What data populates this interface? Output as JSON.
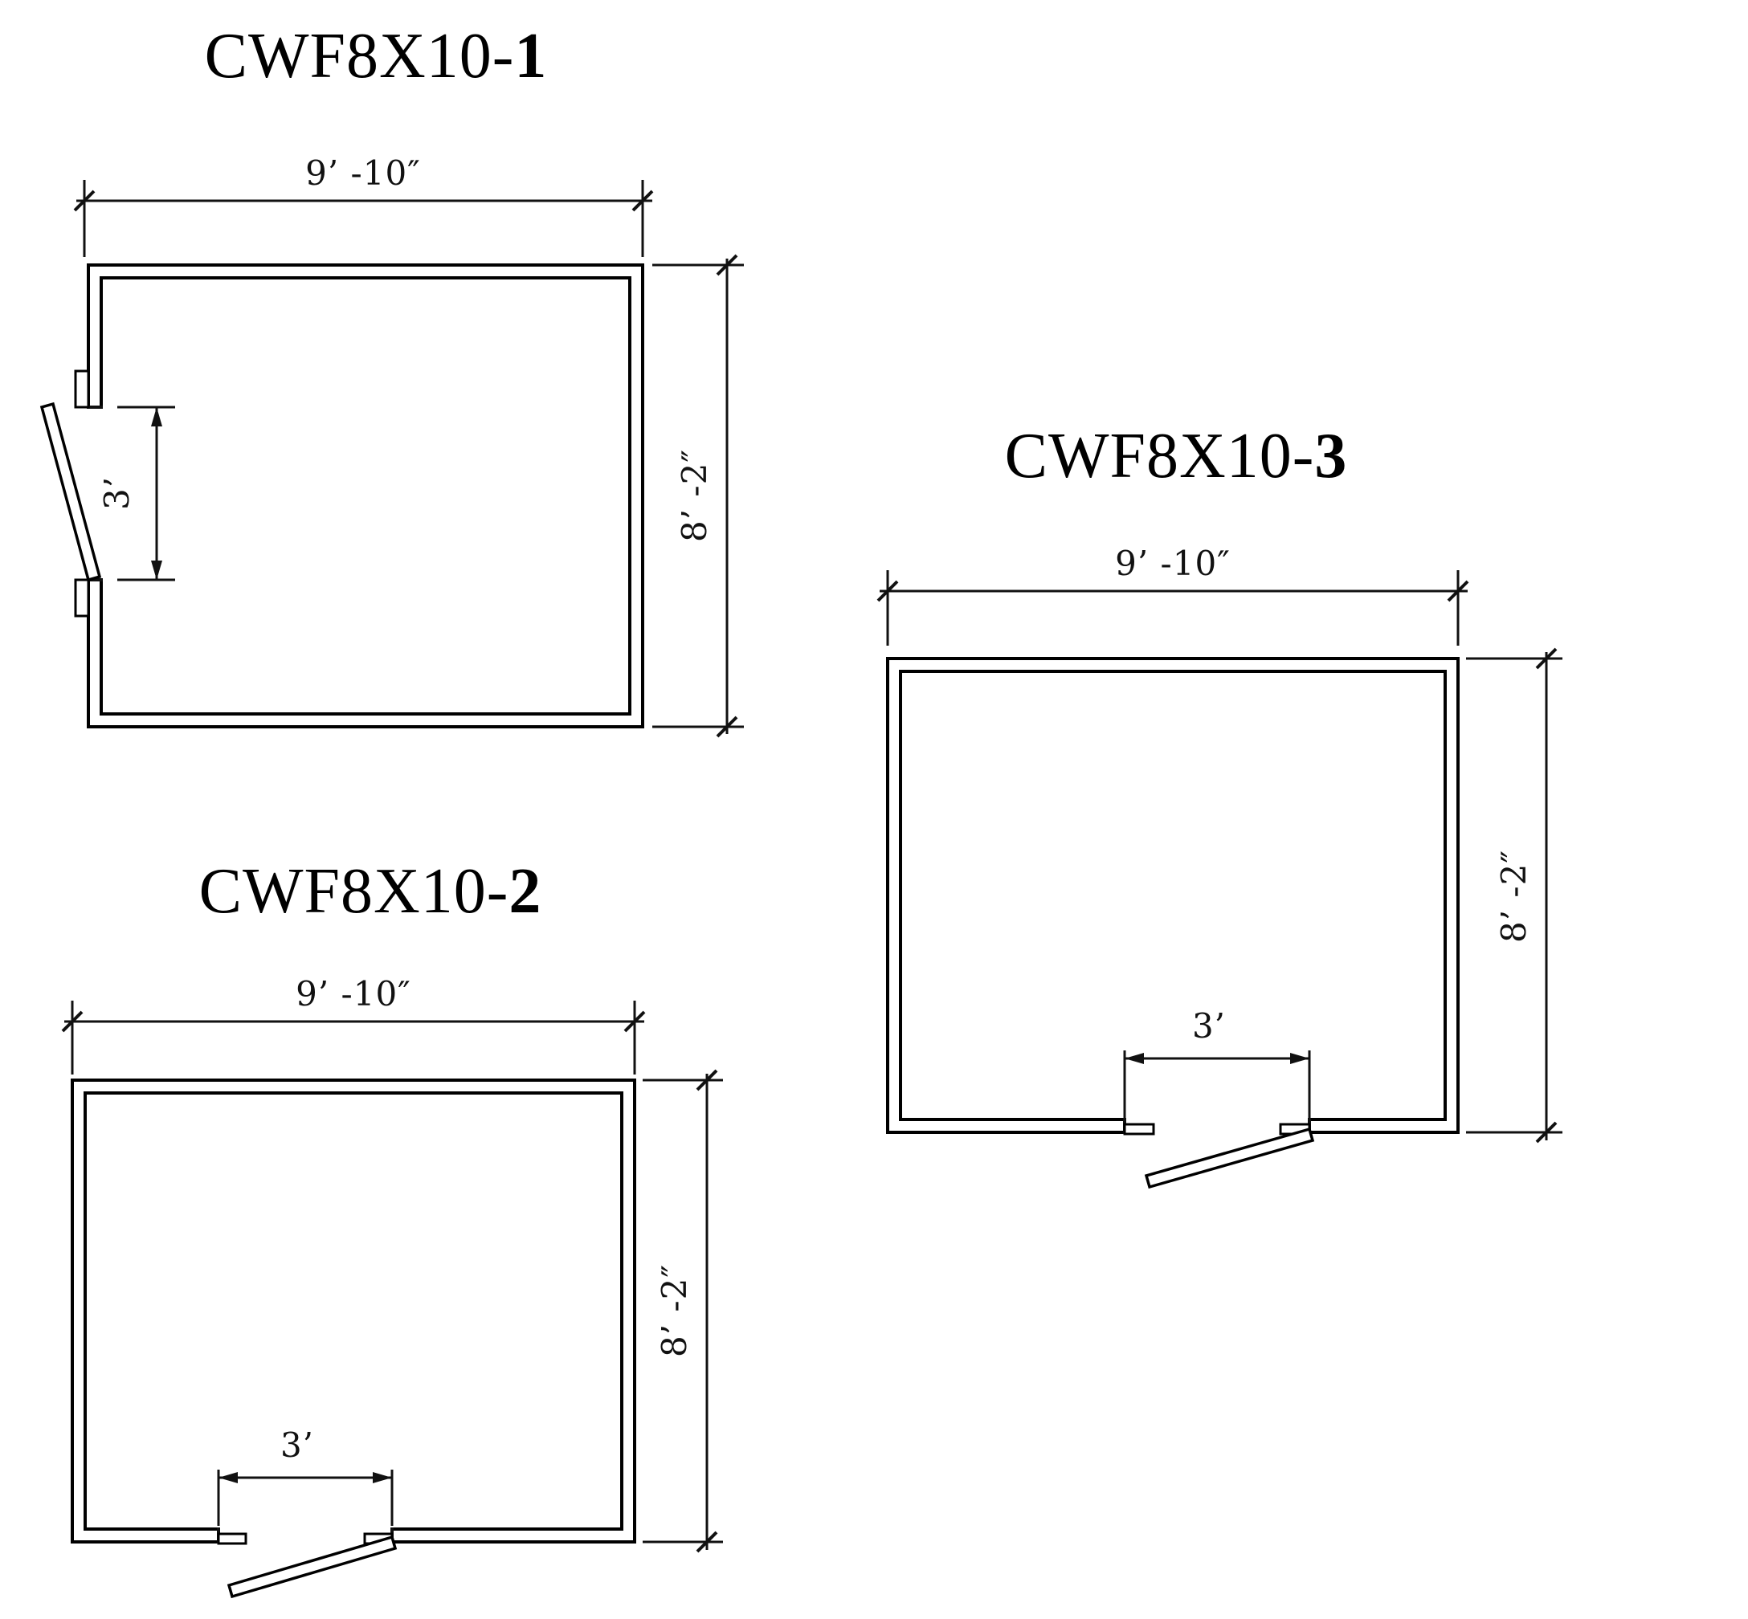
{
  "sheet": {
    "background": "#ffffff",
    "line_color": "#000000"
  },
  "plans": [
    {
      "title_prefix": "CWF8X10-",
      "title_number": "1",
      "width_label": "9’ -10″",
      "height_label": "8’ -2″",
      "door_width_label": "3’",
      "door_position": "left wall, swings out"
    },
    {
      "title_prefix": "CWF8X10-",
      "title_number": "2",
      "width_label": "9’ -10″",
      "height_label": "8’ -2″",
      "door_width_label": "3’",
      "door_position": "bottom wall left, swings out"
    },
    {
      "title_prefix": "CWF8X10-",
      "title_number": "3",
      "width_label": "9’ -10″",
      "height_label": "8’ -2″",
      "door_width_label": "3’",
      "door_position": "bottom wall center, swings out"
    }
  ]
}
